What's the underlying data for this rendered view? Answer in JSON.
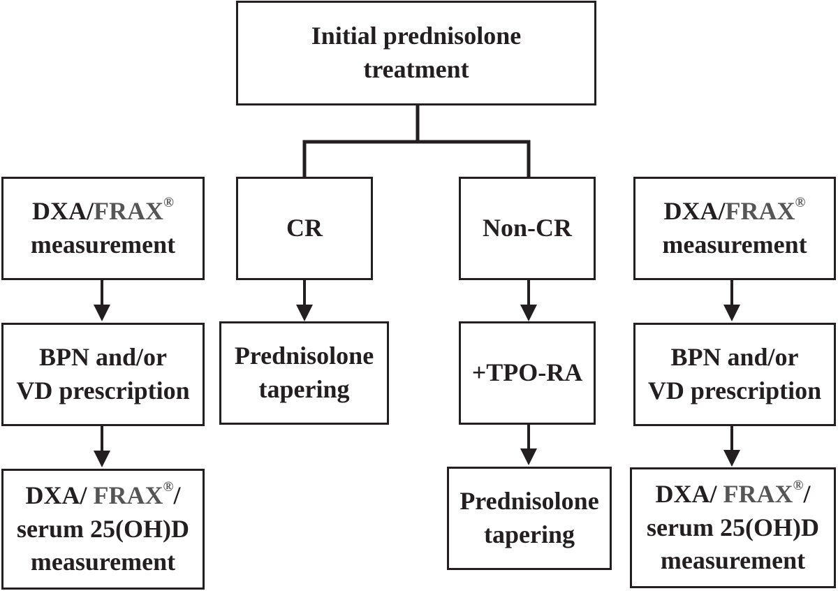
{
  "colors": {
    "stroke": "#231f20",
    "frax": "#555555",
    "background": "#ffffff"
  },
  "root": {
    "line1": "Initial prednisolone",
    "line2": "treatment"
  },
  "left_column": {
    "b1": {
      "pre": "DXA/",
      "frax": "FRAX",
      "reg": "®",
      "line2": "measurement"
    },
    "b2": {
      "line1": "BPN and/or",
      "line2": "VD prescription"
    },
    "b3": {
      "pre": "DXA/ ",
      "frax": "FRAX",
      "reg": "®",
      "post": "/",
      "line2": "serum 25(OH)D",
      "line3": "measurement"
    }
  },
  "cr_column": {
    "b1": {
      "line1": "CR"
    },
    "b2": {
      "line1": "Prednisolone",
      "line2": "tapering"
    }
  },
  "noncr_column": {
    "b1": {
      "line1": "Non-CR"
    },
    "b2": {
      "line1": "+TPO-RA"
    },
    "b3": {
      "line1": "Prednisolone",
      "line2": "tapering"
    }
  },
  "right_column": {
    "b1": {
      "pre": "DXA/",
      "frax": "FRAX",
      "reg": "®",
      "line2": "measurement"
    },
    "b2": {
      "line1": "BPN and/or",
      "line2": "VD prescription"
    },
    "b3": {
      "pre": "DXA/ ",
      "frax": "FRAX",
      "reg": "®",
      "post": "/",
      "line2": "serum 25(OH)D",
      "line3": "measurement"
    }
  }
}
